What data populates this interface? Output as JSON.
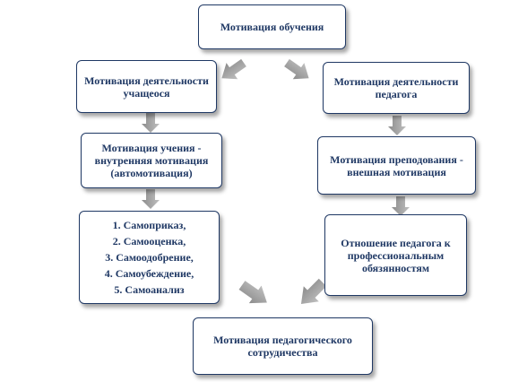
{
  "nodes": {
    "top": "Мотивация обучения",
    "left1": "Мотивация деятельности учащеося",
    "right1": "Мотивация деятельности педагога",
    "left2": "Мотивация учения - внутренняя мотивация (автомотивация)",
    "right2": "Мотивация преподования - внешная мотивация",
    "left3": [
      "1. Самоприказ,",
      "2. Самооценка,",
      "3. Самоодобрение,",
      "4. Самоубеждение,",
      "5. Самоанализ"
    ],
    "right3": "Отношение педагога к професcиональным обязянностям",
    "bottom": "Мотивация педагогического сотрудичества"
  },
  "colors": {
    "border": "#1f3864",
    "text": "#1f3864",
    "arrow": "#a6a6a6"
  }
}
